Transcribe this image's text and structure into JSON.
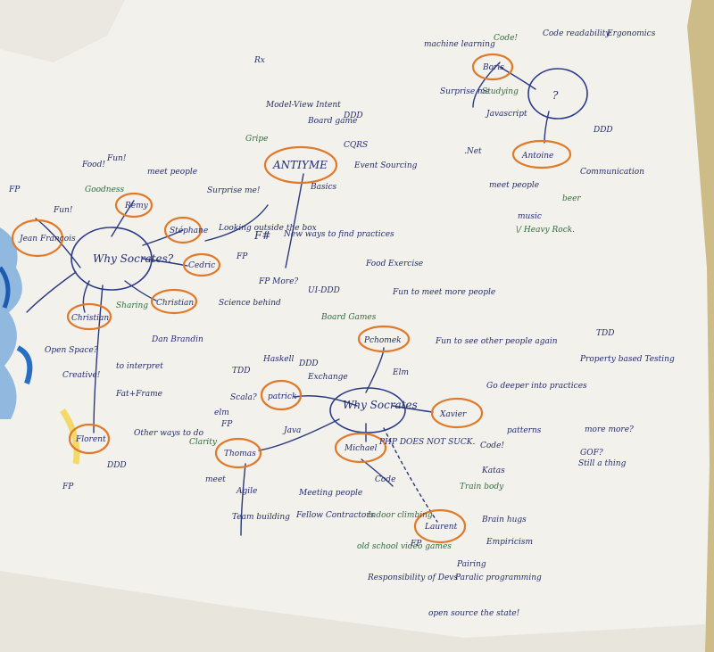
{
  "colors": {
    "wall": "#d8c79a",
    "paper": "#f3f1ec",
    "ink_blue": "#232d6e",
    "ink_green": "#2f6b3a",
    "bubble_orange": "#e07a2a"
  },
  "nodes": {
    "why_socrates_left": "Why Socrates?",
    "why_socrates_center": "Why Socrates",
    "antiyme": "ANTIYME",
    "boris": "Boris",
    "question": "?",
    "antoine": "Antoine",
    "remy": "Remy",
    "jean_francois": "Jean Francois",
    "stephane": "Stéphane",
    "cedric": "Cedric",
    "christian": "Christian",
    "christian2": "Christian",
    "florent": "Florent",
    "pchomek": "Pchomek",
    "xavier": "Xavier",
    "patrick": "patrick",
    "thomas": "Thomas",
    "michael": "Michael",
    "laurent": "Laurent"
  },
  "notes": {
    "fp1": "FP",
    "fun1": "Fun!",
    "fun2": "Fun!",
    "food": "Food!",
    "meet_people": "meet people",
    "goodness": "Goodness",
    "surprise": "Surprise me!",
    "looking": "Looking outside the box",
    "fsharp": "F#",
    "new_ways": "New ways to find practices",
    "fp2": "FP",
    "fp_more": "FP More?",
    "science": "Science behind",
    "sharing": "Sharing",
    "dan_brandin": "Dan Brandin",
    "open_space": "Open Space?",
    "creative": "Creative!",
    "interpret": "to interpret",
    "fattframe": "Fat+Frame",
    "other_ways": "Other ways to do",
    "ddd1": "DDD",
    "fp3": "FP",
    "model_view": "Model-View Intent",
    "board_game": "Board game",
    "ddd2": "DDD",
    "cqrs": "CQRS",
    "event_sourcing": "Event Sourcing",
    "basics": "Basics",
    "gripe": "Gripe",
    "rx": "Rx",
    "machine_learning": "machine learning",
    "code": "Code!",
    "code_readability": "Code readability",
    "ergonomics": "Ergonomics",
    "surprise_me": "Surprise me",
    "studying": "Studying",
    "javascript": "Javascript",
    "dotnet": ".Net",
    "ddd3": "DDD",
    "communication": "Communication",
    "beer": "beer",
    "meet_people2": "meet people",
    "music": "music",
    "heavy_rock": "\\/ Heavy Rock.",
    "food2": "Food",
    "exercise": "Exercise",
    "ui_ddd": "UI-DDD",
    "board_games": "Board Games",
    "fun_meet": "Fun to meet more people",
    "fun_see": "Fun to see other people again",
    "elm": "Elm",
    "tdd1": "TDD",
    "property_testing": "Property based Testing",
    "go_deeper": "Go deeper into practices",
    "patterns": "patterns",
    "more_more": "more more?",
    "gof": "GOF?",
    "still_a_thing": "Still a thing",
    "code2": "Code!",
    "katas": "Katas",
    "train_body": "Train body",
    "tdd2": "TDD",
    "haskell": "Haskell",
    "ddd4": "DDD",
    "exchange": "Exchange",
    "java": "Java",
    "scala": "Scala?",
    "elm2": "elm",
    "fp4": "FP",
    "clarity": "Clarity",
    "meet": "meet",
    "agile": "Agile",
    "team_building": "Team building",
    "php": "PHP DOES NOT SUCK.",
    "meeting_people": "Meeting people",
    "code3": "Code",
    "fellow_contractors": "Fellow Contractors",
    "indoor_climbing": "Indoor climbing",
    "old_school": "old school video games",
    "fp5": "FP",
    "brain_hugs": "Brain hugs",
    "empiricism": "Empiricism",
    "pairing": "Pairing",
    "paradigm": "Paralic programming",
    "responsibility": "Responsibility of Devs",
    "open_source": "open source the state!"
  }
}
